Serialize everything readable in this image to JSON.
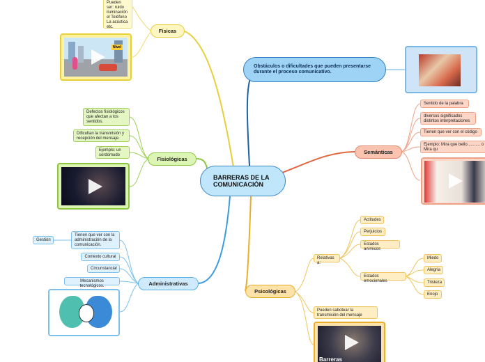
{
  "center": {
    "title": "BARRERAS DE LA COMUNICACIÓN"
  },
  "definition": {
    "text": "Obstáculos o dificultades que pueden presentarse durante el proceso comunicativo."
  },
  "fisicas": {
    "label": "Físicas",
    "note": "Pueden ser: ruido iluminación el Teléfono La acústica etc.",
    "video_caption": "Nivel"
  },
  "fisiologicas": {
    "label": "Fisiológicas",
    "items": [
      "Defectos fisiológicos que afectan a los sentidos.",
      "Dificultan la transmisión y recepción del mensaje.",
      "Ejemplo: un sordomudo"
    ]
  },
  "administrativas": {
    "label": "Administrativas",
    "items": [
      "Tienen que ver con la administración de la comunicación.",
      "Contexto cultural",
      "Circunstancial",
      "Mecanismos tecnológicos."
    ],
    "sub": "Gestión"
  },
  "semanticas": {
    "label": "Semánticas",
    "items": [
      "Sentido de la palabra",
      "diversos significados distintos interpretaciones",
      "Tienen que ver con el código",
      "Ejemplo: Mira que bello........... o Mira qu"
    ]
  },
  "psicologicas": {
    "label": "Psicológicas",
    "relativas": "Relativas a:",
    "rel_items": [
      "Actitudes",
      "Perjuicios",
      "Estados anímicos",
      "Estados emocionales"
    ],
    "emociones": [
      "Miedo",
      "Alegría",
      "Tristeza",
      "Enojo"
    ],
    "sabotear": "Pueden sabotear la transmisión del mensaje",
    "video_caption": "Barreras"
  },
  "colors": {
    "center": "#bfe6fb",
    "semanticas": "#fbc3b0",
    "psicologicas": "#ffe2a8",
    "fisicas": "#fff6c2",
    "fisiologicas": "#dcf5b5",
    "administrativas": "#cfeafc"
  }
}
